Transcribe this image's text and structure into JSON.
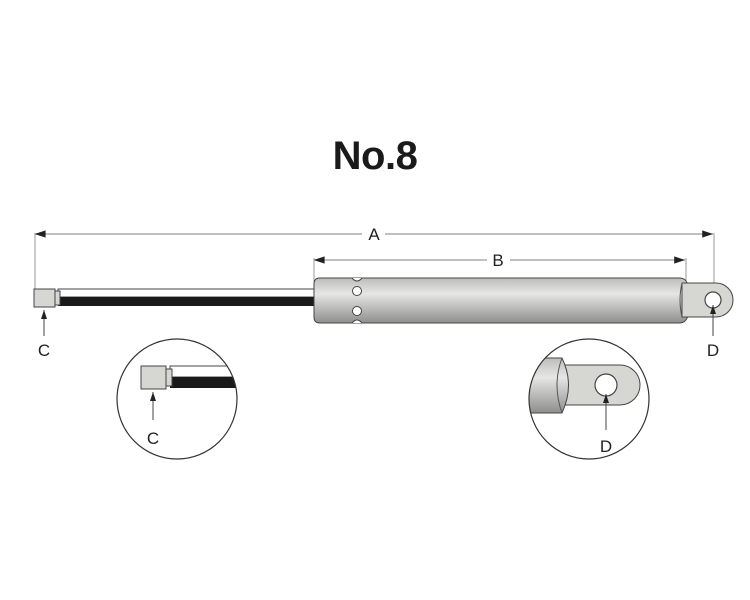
{
  "title": "No.8",
  "dimensions": {
    "overall_length_label": "A",
    "stroke_length_label": "B"
  },
  "callouts": {
    "rod_end_label": "C",
    "cylinder_end_label": "D",
    "detail_rod_end_label": "C",
    "detail_cylinder_end_label": "D"
  },
  "colors": {
    "line": "#9a9a9a",
    "outline": "#333333",
    "rod": "#1a1a1a",
    "cylinder_light": "#e0e0de",
    "cylinder_dark": "#9e9e9c",
    "fitting": "#d6d6d2"
  }
}
